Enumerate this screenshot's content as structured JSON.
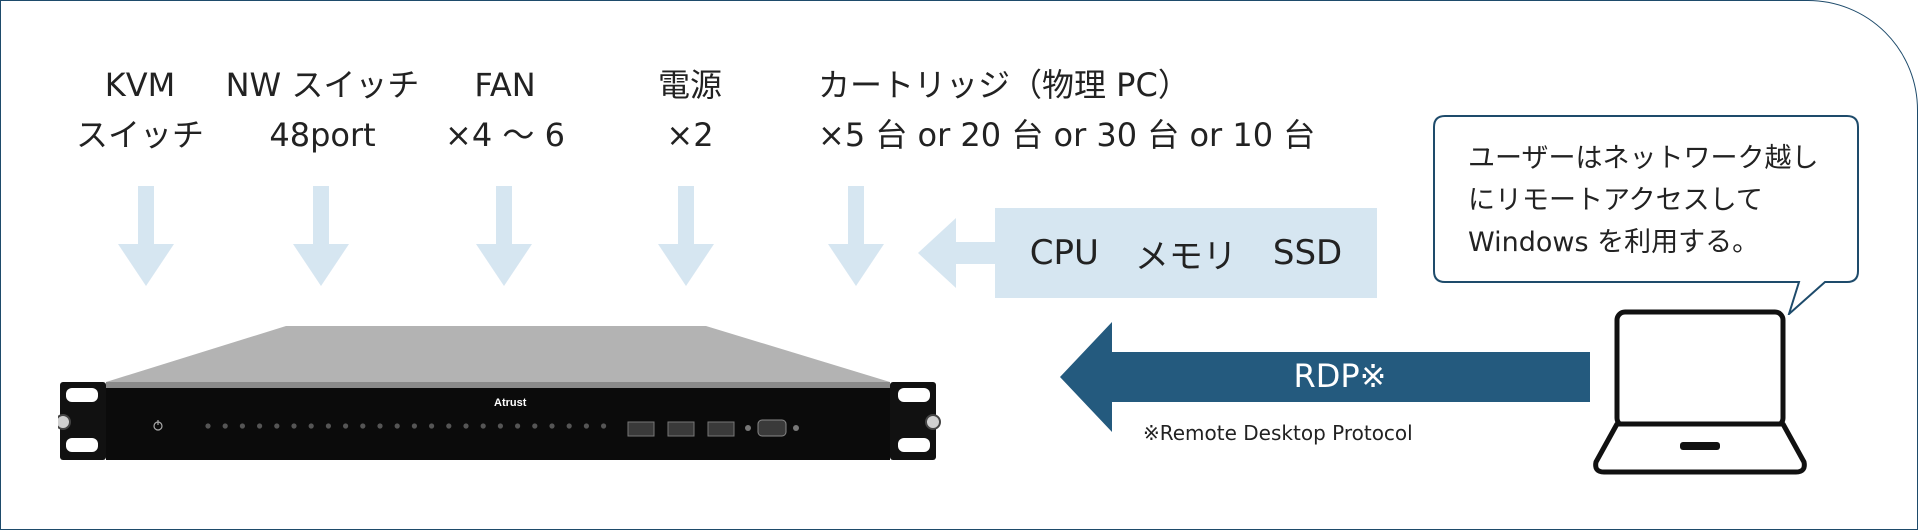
{
  "labels": {
    "kvm": {
      "line1": "KVM",
      "line2": "スイッチ"
    },
    "nw": {
      "line1": "NW スイッチ",
      "line2": "48port"
    },
    "fan": {
      "line1": "FAN",
      "line2": "×4 ～ 6"
    },
    "power": {
      "line1": "電源",
      "line2": "×2"
    },
    "cartridge": {
      "line1": "カートリッジ（物理 PC）",
      "line2": "×5 台 or 20 台 or 30 台 or 10 台"
    }
  },
  "components": [
    "CPU",
    "メモリ",
    "SSD"
  ],
  "rdp": {
    "label": "RDP※",
    "note": "※Remote Desktop Protocol"
  },
  "bubble": {
    "lines": [
      "ユーザーはネットワーク越し",
      "にリモートアクセスして",
      "Windows を利用する。"
    ]
  },
  "server": {
    "brand": "Atrust"
  },
  "colors": {
    "frame": "#1e4b6b",
    "light_arrow": "#d6e6f1",
    "rdp_arrow": "#245a7e",
    "bubble_border": "#1e4b6b"
  }
}
